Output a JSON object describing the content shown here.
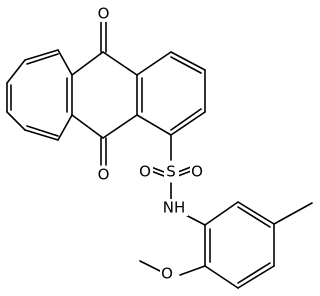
{
  "structure": {
    "atom_labels": {
      "oxygen_top": "O",
      "oxygen_middle": "O",
      "sulfur": "S",
      "sulfonyl_oxygen_left": "O",
      "sulfonyl_oxygen_right": "O",
      "amine": "NH",
      "methoxy_oxygen": "O"
    }
  },
  "colors": {
    "line": "#000000",
    "background": "#ffffff"
  }
}
